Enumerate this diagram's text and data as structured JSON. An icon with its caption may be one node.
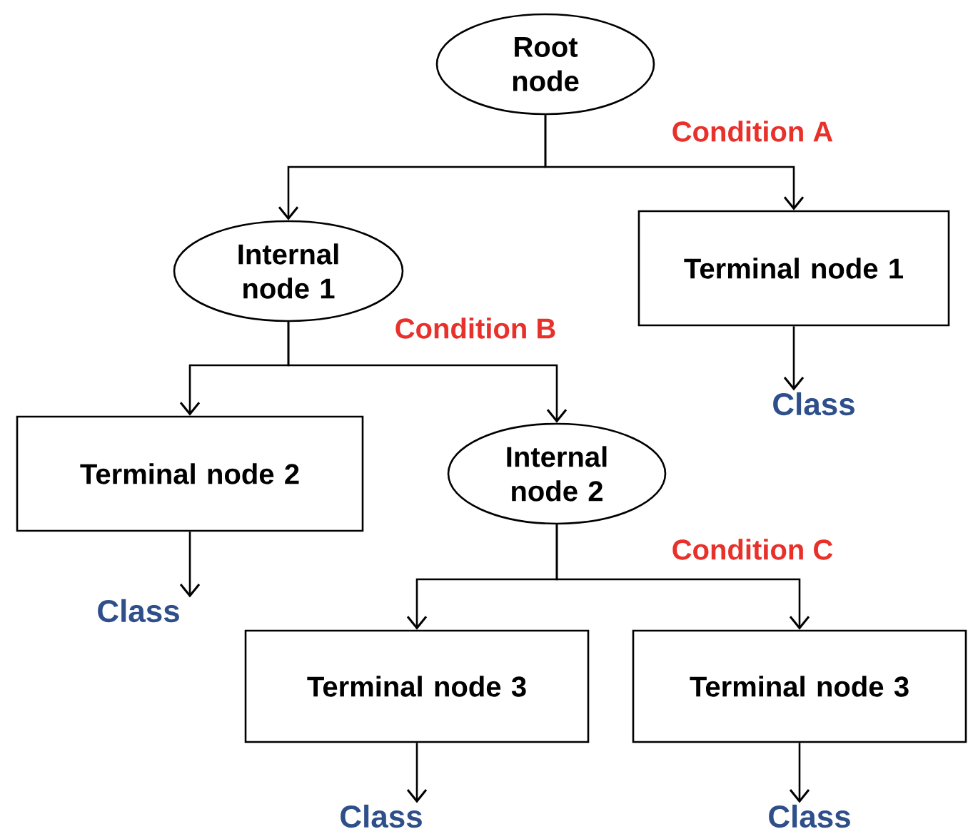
{
  "diagram": {
    "nodes": [
      {
        "text": [
          "Root node"
        ]
      },
      {
        "text": [
          "Internal node 1"
        ]
      },
      {
        "text": [
          "Terminal node 1"
        ]
      },
      {
        "text": [
          "Terminal node 2"
        ]
      },
      {
        "text": [
          "Internal node 2"
        ]
      },
      {
        "text": [
          "Terminal node 3"
        ]
      },
      {
        "text": [
          "Terminal node 3"
        ]
      },
      {
        "text": [
          "Class"
        ]
      },
      {
        "text": [
          "Class"
        ]
      },
      {
        "text": [
          "Class"
        ]
      },
      {
        "text": [
          "Class"
        ]
      }
    ],
    "edges": [
      {
        "from": 0,
        "to": 1,
        "arrow": "to"
      },
      {
        "from": 0,
        "to": 2,
        "arrow": "to"
      },
      {
        "from": 1,
        "to": 3,
        "arrow": "to"
      },
      {
        "from": 1,
        "to": 4,
        "arrow": "to"
      },
      {
        "from": 4,
        "to": 5,
        "arrow": "to"
      },
      {
        "from": 4,
        "to": 6,
        "arrow": "to"
      },
      {
        "from": 2,
        "to": 7,
        "arrow": "to"
      },
      {
        "from": 3,
        "to": 8,
        "arrow": "to"
      },
      {
        "from": 5,
        "to": 9,
        "arrow": "to"
      },
      {
        "from": 6,
        "to": 10,
        "arrow": "to"
      }
    ],
    "labels": [
      "Condition A",
      "Condition B",
      "Condition C"
    ]
  }
}
